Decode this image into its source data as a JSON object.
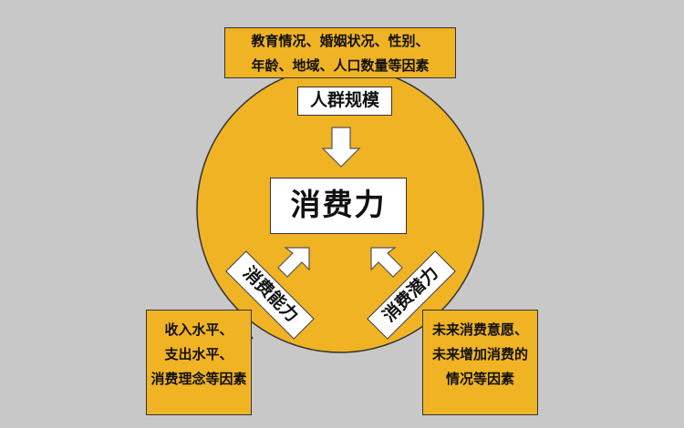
{
  "colors": {
    "background": "#c8c8c8",
    "circle": "#f0b323",
    "box_fill": "#f0b323",
    "label_fill": "#ffffff",
    "arrow_fill": "#ffffff",
    "outline": "#333333"
  },
  "center": {
    "text": "消费力"
  },
  "top": {
    "label": "人群规模",
    "lines": [
      "教育情况、婚姻状况、性别、",
      "年龄、地域、人口数量等因素"
    ]
  },
  "left": {
    "label": "消费能力",
    "lines": [
      "收入水平、",
      "支出水平、",
      "消费理念等因素"
    ]
  },
  "right": {
    "label": "消费潜力",
    "lines": [
      "未来消费意愿、",
      "未来增加消费的",
      "情况等因素"
    ]
  },
  "icons": [
    "arrow-down-icon",
    "arrow-up-right-icon",
    "arrow-up-left-icon"
  ]
}
